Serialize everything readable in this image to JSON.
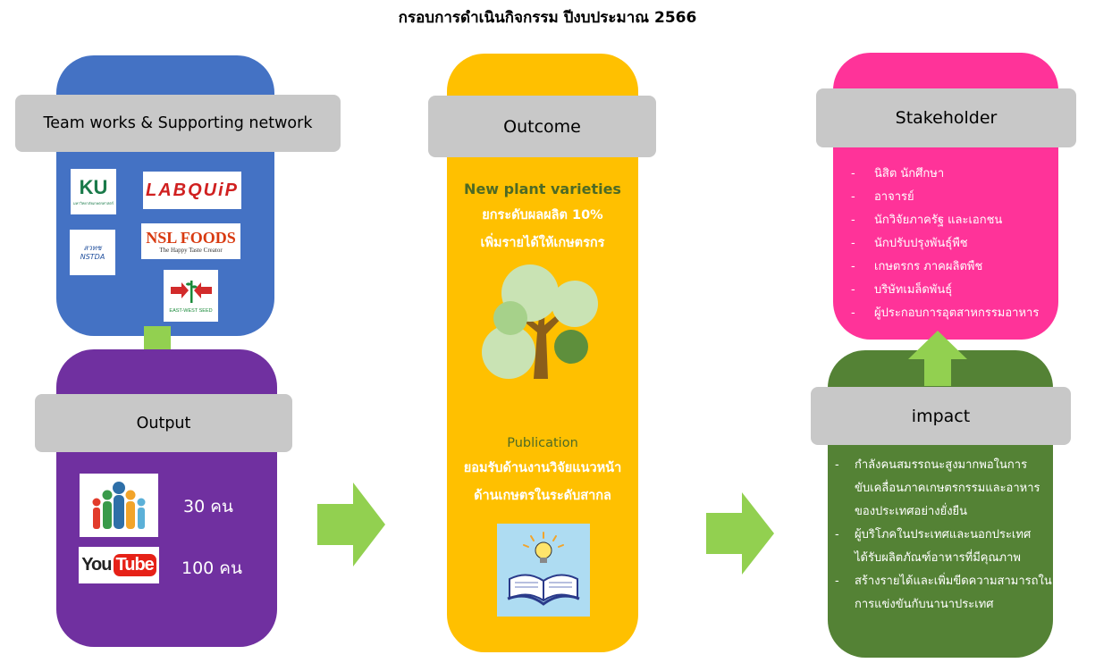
{
  "title": "กรอบการดำเนินกิจกรรม ปีงบประมาณ 2566",
  "team": {
    "header": "Team works & Supporting network",
    "logos": {
      "ku": "KU",
      "ku_sub": "มหาวิทยาลัยเกษตรศาสตร์",
      "labquip": "LABQUiP",
      "nstda": "สวทช NSTDA",
      "nsl": "NSL FOODS",
      "nsl_sub": "The Happy Taste Creator",
      "eastwest": "EAST-WEST SEED"
    }
  },
  "output": {
    "header": "Output",
    "people_count": "30 คน",
    "youtube_you": "You",
    "youtube_tube": "Tube",
    "youtube_count": "100 คน"
  },
  "outcome": {
    "header": "Outcome",
    "line1": "New plant varieties",
    "line2": "ยกระดับผลผลิต 10%",
    "line3": "เพิ่มรายได้ให้เกษตรกร",
    "pub1": "Publication",
    "pub2": "ยอมรับด้านงานวิจัยแนวหน้า",
    "pub3": "ด้านเกษตรในระดับสากล"
  },
  "stakeholder": {
    "header": "Stakeholder",
    "items": [
      "นิสิต นักศึกษา",
      "อาจารย์",
      "นักวิจัยภาครัฐ และเอกชน",
      "นักปรับปรุงพันธุ์พืช",
      "เกษตรกร ภาคผลิตพืช",
      "บริษัทเมล็ดพันธุ์",
      "ผู้ประกอบการอุตสาหกรรมอาหาร"
    ]
  },
  "impact": {
    "header": "impact",
    "items": [
      [
        "กำลังคนสมรรถนะสูงมากพอในการ",
        "ขับเคลื่อนภาคเกษตรกรรมและอาหาร",
        "ของประเทศอย่างยั่งยืน"
      ],
      [
        "ผู้บริโภคในประเทศและนอกประเทศ",
        "ได้รับผลิตภัณฑ์อาหารที่มีคุณภาพ"
      ],
      [
        "สร้างรายได้และเพิ่มขีดความสามารถใน",
        "การแข่งขันกับนานาประเทศ"
      ]
    ]
  },
  "colors": {
    "blue": "#4472c4",
    "purple": "#7030a0",
    "yellow": "#ffc000",
    "pink": "#ff3399",
    "green": "#548235",
    "arrow": "#92d050",
    "header_gray": "#c8c8c8"
  }
}
